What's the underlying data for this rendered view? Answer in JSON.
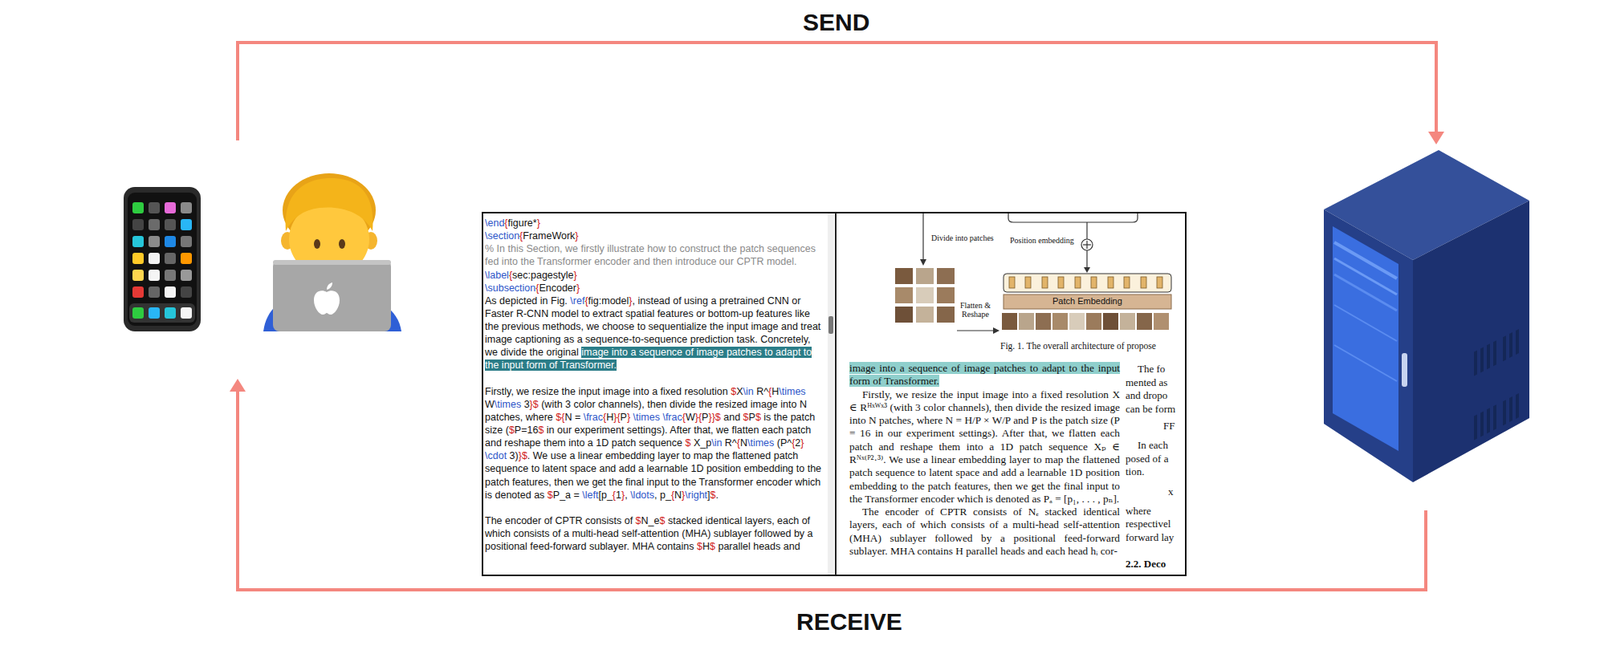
{
  "diagram": {
    "nodes": [
      {
        "text": [
          "\\end{figure*}",
          "\\section{FrameWork}",
          "% In this Section, we firstly illustrate how to construct the patch sequences fed into the Transformer encoder and then introduce our CPTR model.",
          "\\label{sec:pagestyle}",
          "\\subsection{Encoder}",
          "As depicted in Fig. \\ref{fig:model}, instead of using a pretrained CNN or Faster R-CNN model to extract spatial features or bottom-up features like the previous methods, we choose to sequentialize the input image and treat image captioning as a sequence-to-sequence prediction task. Concretely, we divide the original",
          "image into a sequence of image patches to adapt to the input form of Transformer.",
          "Firstly, we resize the input image into a fixed resolution $X\\in R^{H\\times W\\times 3}$ (with 3 color channels), then divide the resized image into N patches, where ${N = \\frac{H}{P} \\times \\frac{W}{P}}$ and $P$ is the patch size ($P=16$ in our experiment settings). After that, we flatten each patch and reshape them into a 1D patch sequence $ X_p\\in R^{N\\times (P^{2} \\cdot 3)}$. We use a linear embedding layer to map the flattened patch sequence to latent space and add a learnable 1D position embedding to the patch features, then we get the final input to the Transformer encoder which is denoted as $P_a = \\left[p_{1}, \\ldots, p_{N}\\right]$.",
          "The encoder of CPTR consists of $N_e$ stacked identical layers, each of which consists of a multi-head self-attention (MHA) sublayer followed by a positional feed-forward sublayer. MHA contains $H$ parallel heads and"
        ]
      },
      {
        "text": [
          "image into a sequence of image patches to adapt to the input form of Transformer.",
          "Firstly, we resize the input image into a fixed resolution X ∈ Rᴴˣᵂˣ³ (with 3 color channels), then divide the resized image into N patches, where N = H/P × W/P and P is the patch size (P = 16 in our experiment settings). After that, we flatten each patch and reshape them into a 1D patch sequence Xₚ ∈ Rᴺˣ⁽ᴾ²·³⁾. We use a linear embedding layer to map the flattened patch sequence to latent space and add a learnable 1D position embedding to the patch features, then we get the final input to the Transformer encoder which is denoted as Pₐ = [p₁, . . . , pₙ].",
          "The encoder of CPTR consists of Nₑ stacked identical layers, each of which consists of a multi-head self-attention (MHA) sublayer followed by a positional feed-forward sublayer. MHA contains H parallel heads and each head hᵢ cor-"
        ]
      }
    ],
    "labels": [
      "SEND",
      "RECEIVE",
      "Divide into patches",
      "Position embedding",
      "Patch Embedding",
      "Flatten & Reshape",
      "Fig. 1. The overall architecture of propose",
      "The fo",
      "mented as",
      "and dropo",
      "can be form",
      "FF",
      "In each",
      "posed of a",
      "tion.",
      "x",
      "where",
      "respectivel",
      "forward lay",
      "2.2. Deco"
    ]
  }
}
